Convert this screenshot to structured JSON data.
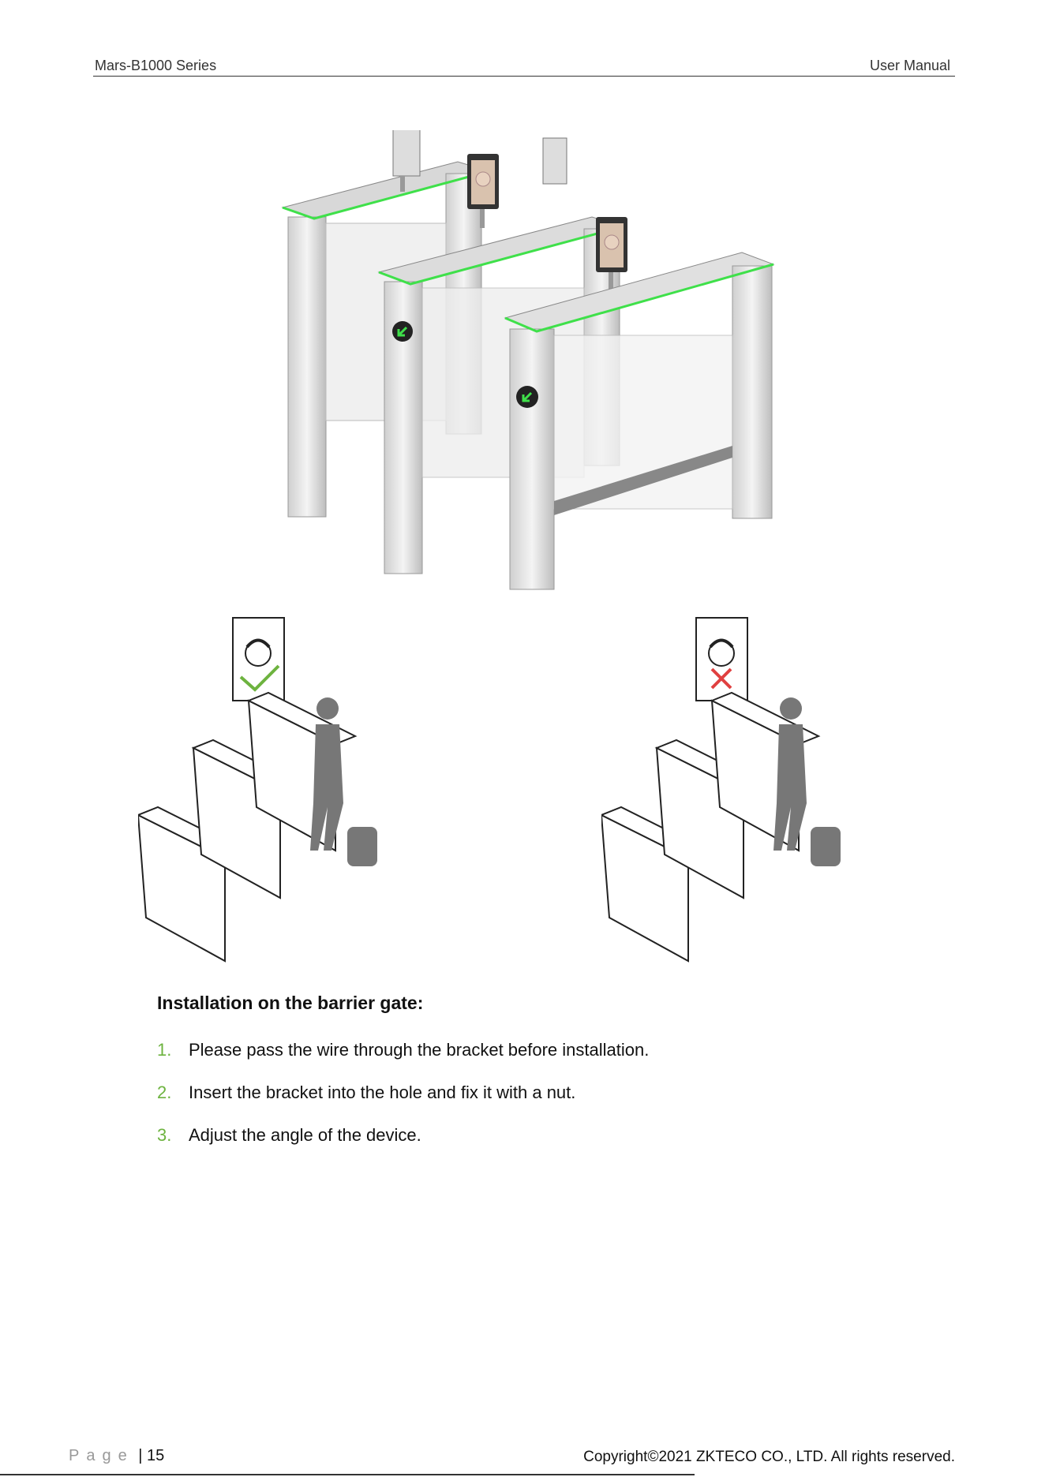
{
  "header": {
    "left": "Mars-B1000 Series",
    "right": "User Manual"
  },
  "section": {
    "title": "Installation on the barrier gate:"
  },
  "steps": [
    {
      "num": "1.",
      "text": "Please pass the wire through the bracket before installation."
    },
    {
      "num": "2.",
      "text": "Insert the bracket into the hole and fix it with a nut."
    },
    {
      "num": "3.",
      "text": "Adjust the angle of the device."
    }
  ],
  "footer": {
    "page_prefix": "Page",
    "page_number": "15",
    "copyright": "Copyright©2021 ZKTECO CO., LTD.  All rights reserved."
  },
  "colors": {
    "accent": "#6db33f",
    "led": "#3fe04a",
    "deny": "#e04040"
  }
}
